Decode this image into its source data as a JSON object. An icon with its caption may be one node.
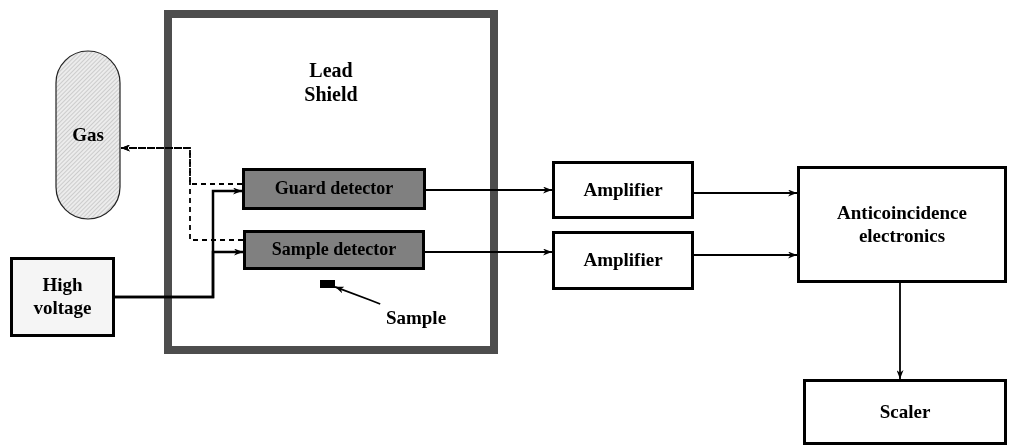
{
  "diagram": {
    "nodes": [
      {
        "text": [
          "Lead Shield"
        ]
      },
      {
        "text": [
          "Gas"
        ]
      },
      {
        "text": [
          "Guard detector"
        ],
        "in": 0
      },
      {
        "text": [
          "Sample detector"
        ],
        "in": 0
      },
      {
        "text": [],
        "shape": "bar",
        "in": 0
      },
      {
        "text": [
          "Sample"
        ],
        "in": 0
      },
      {
        "text": [
          "High voltage"
        ]
      },
      {
        "text": [
          "Amplifier"
        ]
      },
      {
        "text": [
          "Amplifier"
        ]
      },
      {
        "text": [
          "Anticoincidence electronics"
        ]
      },
      {
        "text": [
          "Scaler"
        ]
      }
    ],
    "edges": [
      {
        "from": 2,
        "to": 1,
        "arrow": "to",
        "style": "dashed"
      },
      {
        "from": 3,
        "to": 1,
        "arrow": "to",
        "style": "dashed"
      },
      {
        "from": 6,
        "to": 2,
        "arrow": "to"
      },
      {
        "from": 6,
        "to": 3,
        "arrow": "to"
      },
      {
        "from": 5,
        "to": 4,
        "arrow": "to"
      },
      {
        "from": 2,
        "to": 7,
        "arrow": "to"
      },
      {
        "from": 3,
        "to": 8,
        "arrow": "to"
      },
      {
        "from": 7,
        "to": 9,
        "arrow": "to"
      },
      {
        "from": 8,
        "to": 9,
        "arrow": "to"
      },
      {
        "from": 9,
        "to": 10,
        "arrow": "to"
      }
    ]
  }
}
